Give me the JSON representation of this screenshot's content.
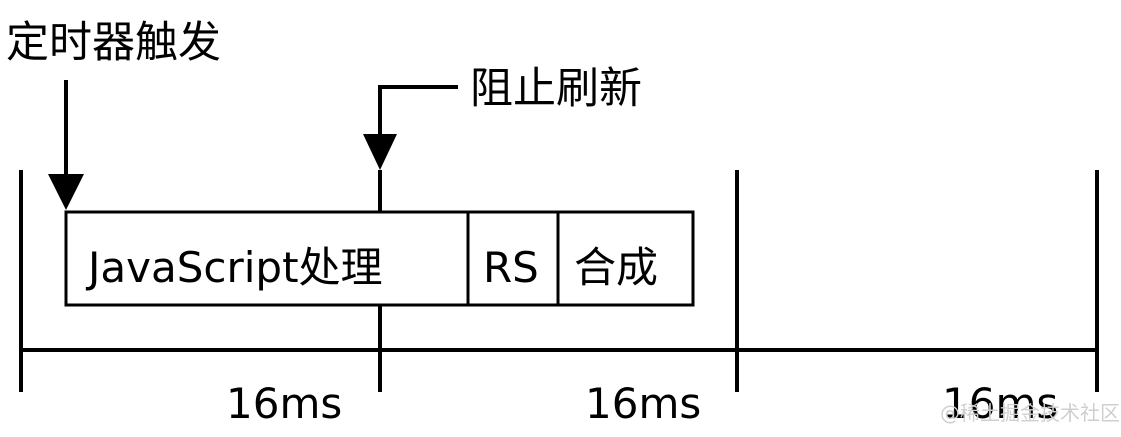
{
  "annotations": {
    "timer_trigger": "定时器触发",
    "block_refresh": "阻止刷新"
  },
  "tasks": {
    "javascript": "JavaScript处理",
    "rs": "RS",
    "composite": "合成"
  },
  "frames": {
    "interval_labels": [
      "16ms",
      "16ms",
      "16ms"
    ]
  },
  "watermark": "@稀土掘金技术社区"
}
